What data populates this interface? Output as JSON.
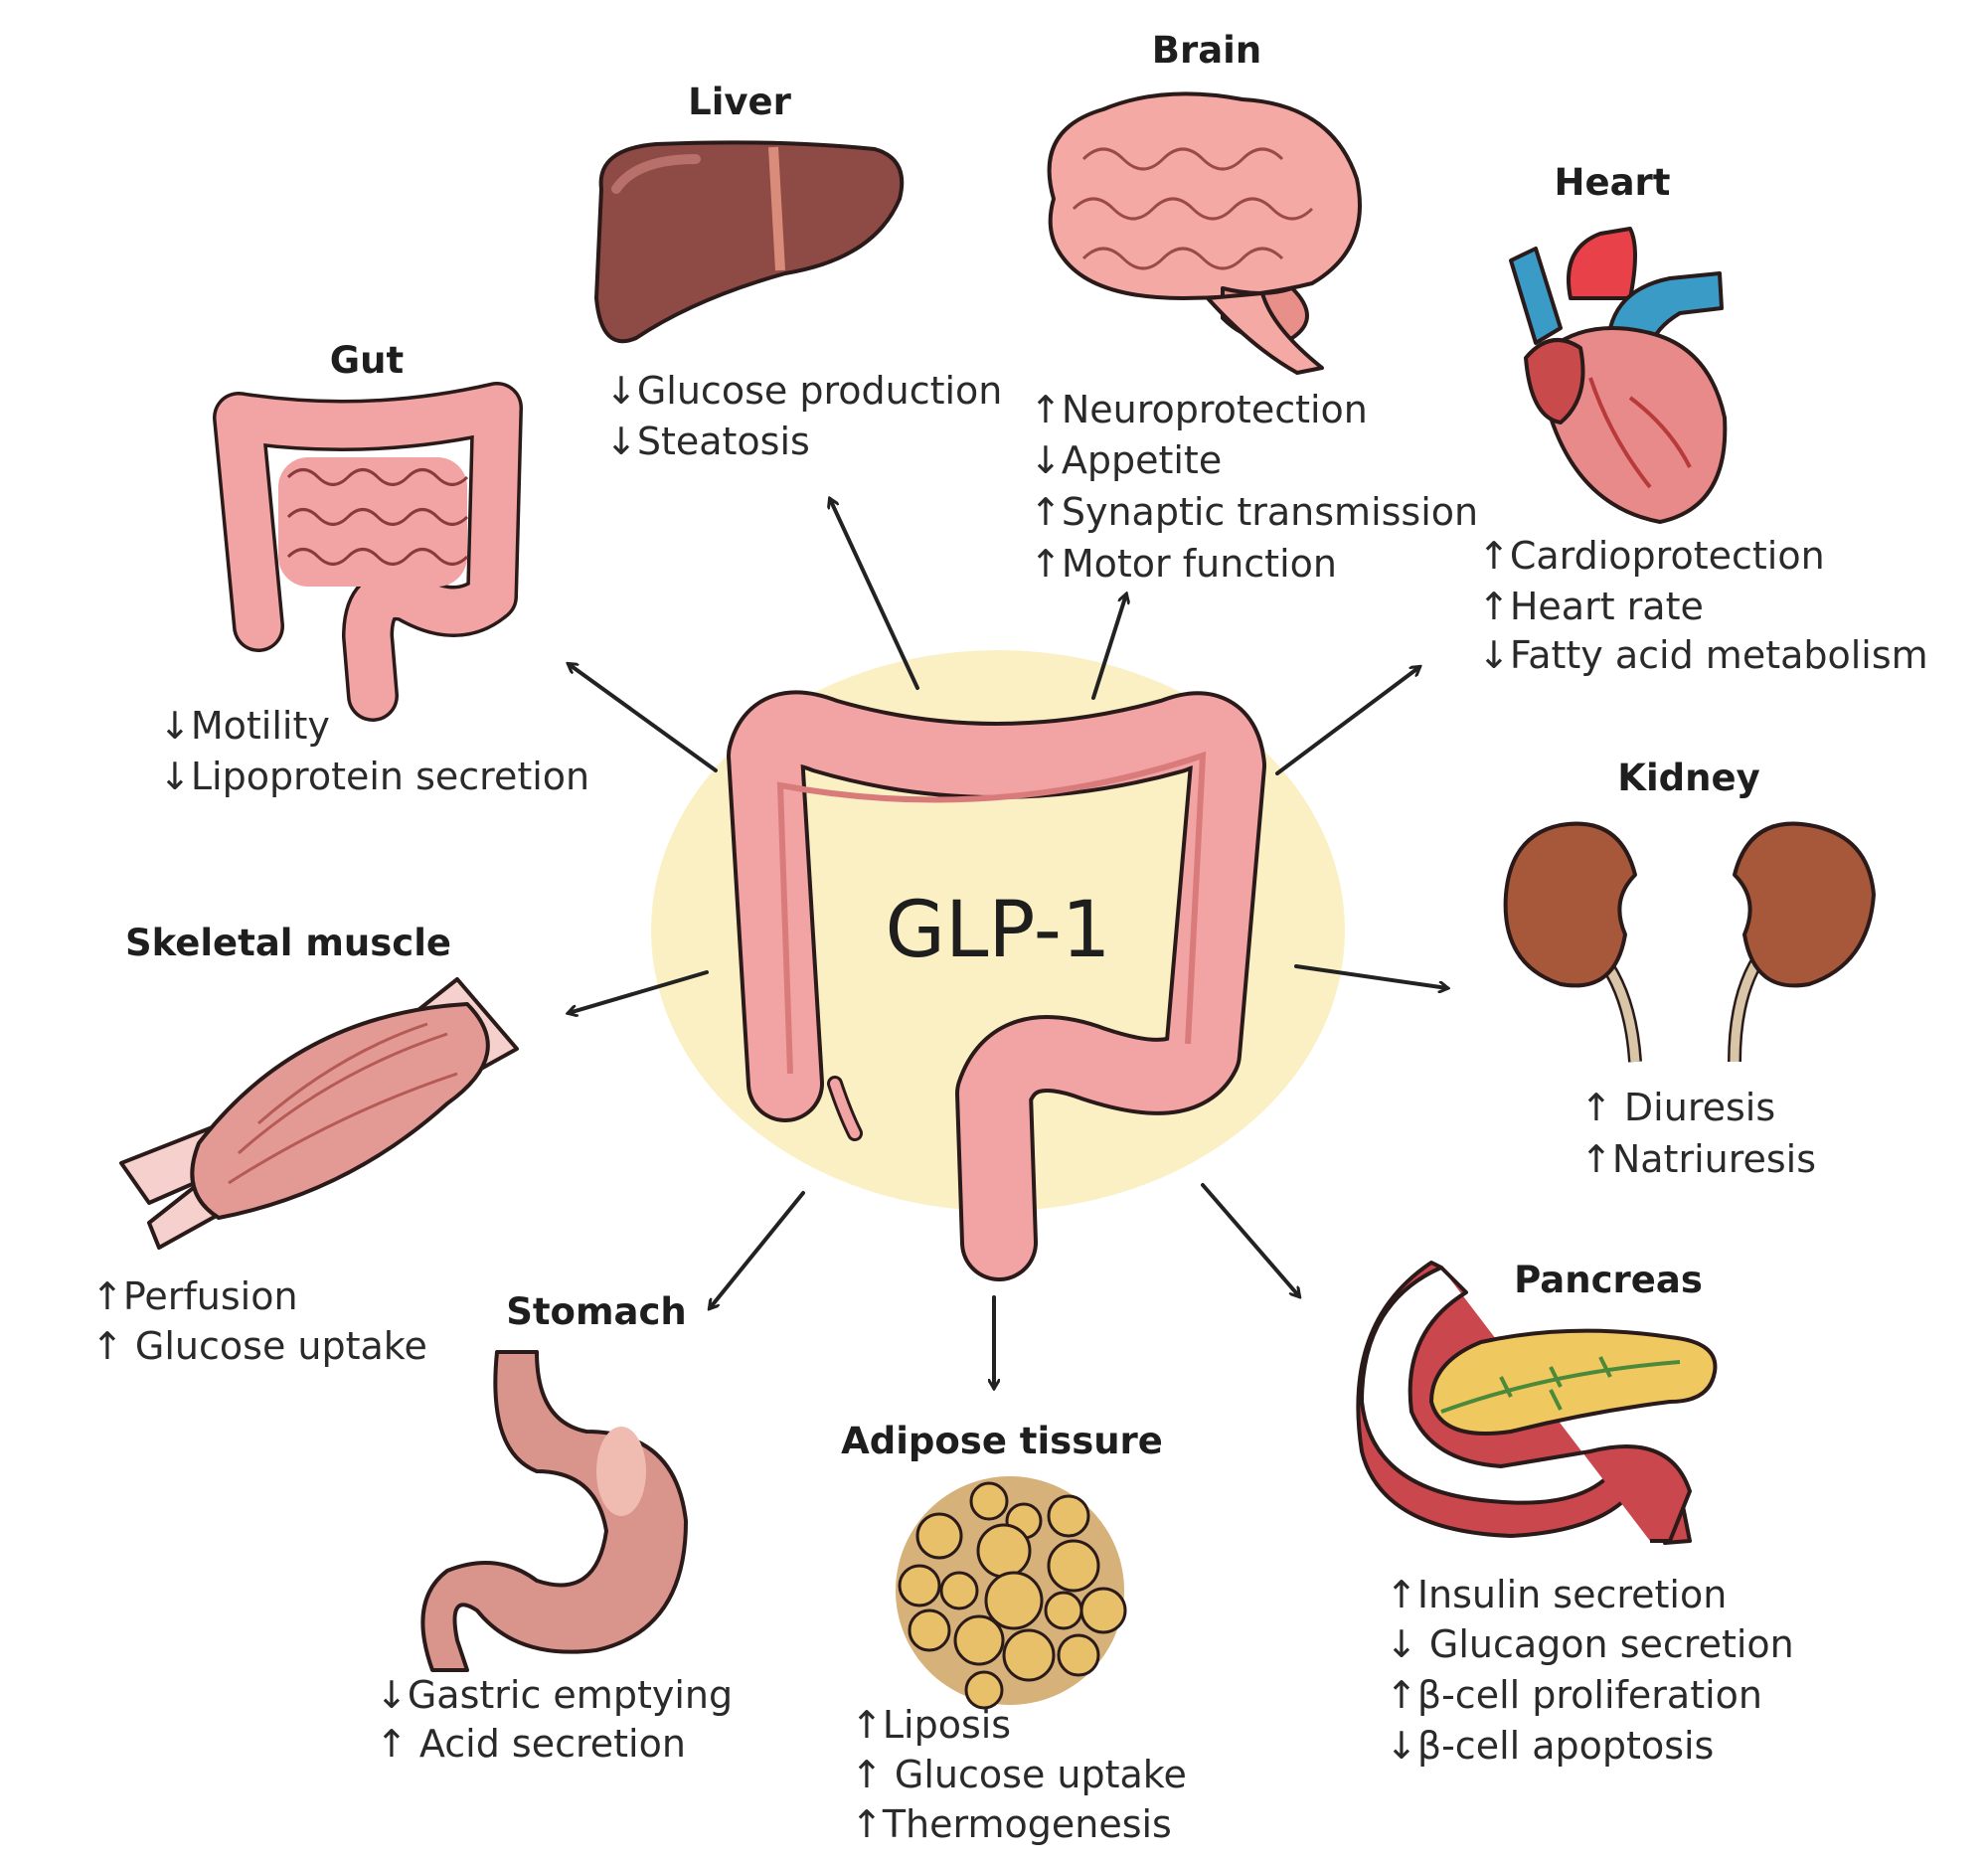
{
  "center": {
    "label": "GLP-1"
  },
  "colors": {
    "halo": "#fbf0c4",
    "gut_pink": "#f2a3a3",
    "liver": "#8e4a44",
    "brain": "#f4a9a4",
    "kidney": "#a8583a",
    "fat": "#e8c06a"
  },
  "organs": {
    "liver": {
      "title": "Liver",
      "effects": [
        "↓Glucose production",
        "↓Steatosis"
      ]
    },
    "brain": {
      "title": "Brain",
      "effects": [
        "↑Neuroprotection",
        "↓Appetite",
        "↑Synaptic transmission",
        "↑Motor function"
      ]
    },
    "heart": {
      "title": "Heart",
      "effects": [
        "↑Cardioprotection",
        "↑Heart rate",
        "↓Fatty acid metabolism"
      ]
    },
    "gut": {
      "title": "Gut",
      "effects": [
        "↓Motility",
        "↓Lipoprotein secretion"
      ]
    },
    "kidney": {
      "title": "Kidney",
      "effects": [
        "↑ Diuresis",
        "↑Natriuresis"
      ]
    },
    "muscle": {
      "title": "Skeletal muscle",
      "effects": [
        "↑Perfusion",
        "↑ Glucose uptake"
      ]
    },
    "stomach": {
      "title": "Stomach",
      "effects": [
        "↓Gastric emptying",
        "↑ Acid secretion"
      ]
    },
    "adipose": {
      "title": "Adipose tissure",
      "effects": [
        "↑Liposis",
        "↑ Glucose uptake",
        "↑Thermogenesis"
      ]
    },
    "pancreas": {
      "title": "Pancreas",
      "effects": [
        "↑Insulin secretion",
        "↓ Glucagon secretion",
        "↑β-cell proliferation",
        "↓β-cell apoptosis"
      ]
    }
  }
}
